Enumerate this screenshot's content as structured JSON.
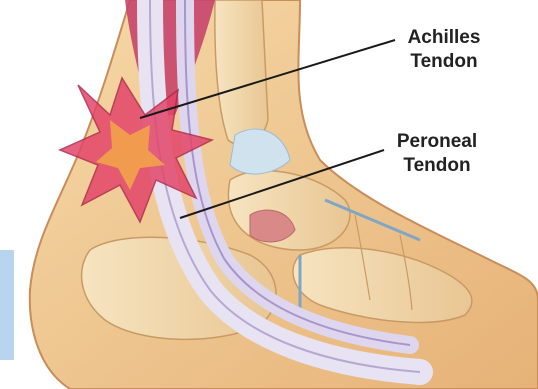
{
  "labels": {
    "achilles": {
      "line1": "Achilles",
      "line2": "Tendon"
    },
    "peroneal": {
      "line1": "Peroneal",
      "line2": "Tendon"
    }
  },
  "colors": {
    "skin": "#efc793",
    "bone": "#f3dcb0",
    "tendon": "#e8e3f2",
    "muscle": "#c7456b",
    "pain_burst": "#e3466a",
    "side_strip": "#b8d5ef"
  }
}
